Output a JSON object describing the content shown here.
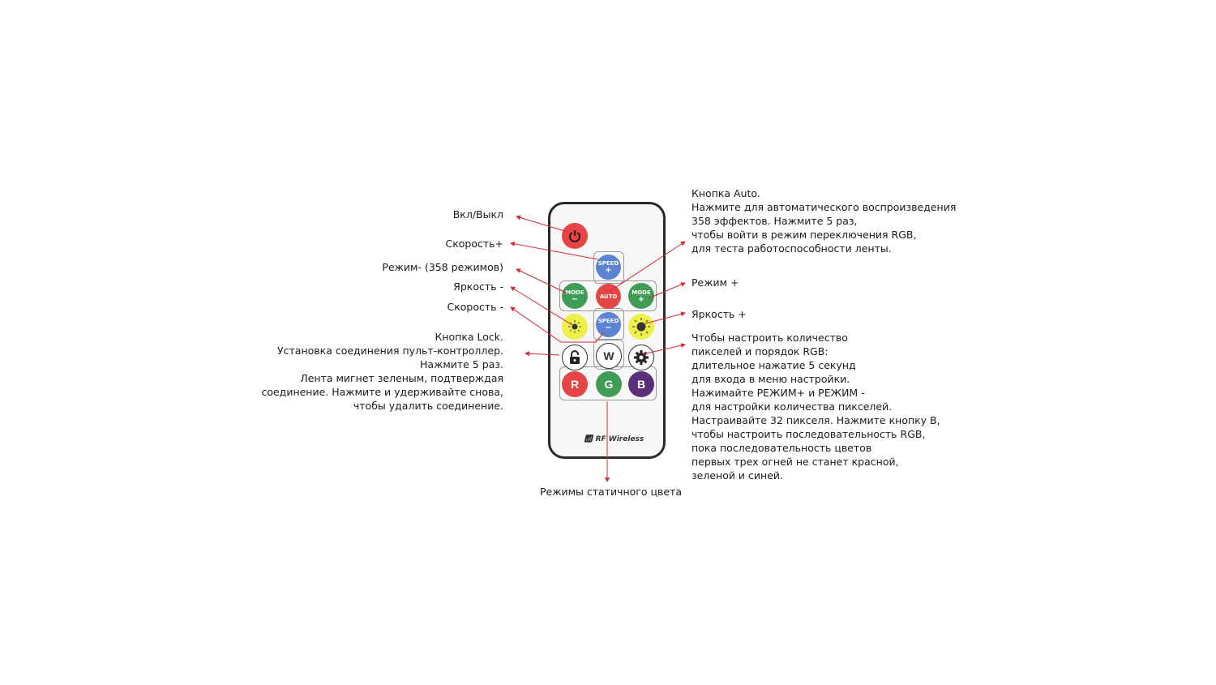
{
  "remote": {
    "buttons": {
      "power": "",
      "speed_plus": {
        "top": "SPEED",
        "sign": "+"
      },
      "mode_minus": {
        "top": "MODE",
        "sign": "−"
      },
      "auto": "AUTO",
      "mode_plus": {
        "top": "MODE",
        "sign": "+"
      },
      "speed_minus": {
        "top": "SPEED",
        "sign": "−"
      },
      "w": "W",
      "r": "R",
      "g": "G",
      "b": "B"
    },
    "brand": "RF Wireless",
    "colors": {
      "red": "#e64545",
      "blue": "#5b83d1",
      "green": "#3f9c55",
      "yellow": "#eef04a",
      "purple": "#5a2f7a",
      "arrow": "#d9283a"
    }
  },
  "labels": {
    "power": "Вкл/Выкл",
    "speed_plus": "Скорость+",
    "mode_minus": "Режим- (358 режимов)",
    "brightness_minus": "Яркость -",
    "speed_minus": "Скорость -",
    "lock": [
      "Кнопка Lock.",
      "Установка соединения пульт-контроллер.",
      "Нажмите 5 раз.",
      "Лента мигнет зеленым, подтверждая",
      "соединение. Нажмите и удерживайте снова,",
      "чтобы удалить соединение."
    ],
    "auto": [
      "Кнопка Auto.",
      "Нажмите для автоматического воспроизведения",
      "358 эффектов. Нажмите 5 раз,",
      "чтобы войти в режим переключения RGB,",
      "для теста работоспособности ленты."
    ],
    "mode_plus": "Режим +",
    "brightness_plus": "Яркость +",
    "settings": [
      "Чтобы настроить количество",
      "пикселей и порядок RGB:",
      "длительное нажатие 5 секунд",
      "для входа в меню настройки.",
      "Нажимайте РЕЖИМ+ и РЕЖИМ -",
      "для настройки количества пикселей.",
      "Настраивайте 32 пикселя. Нажмите кнопку B,",
      "чтобы настроить последовательность RGB,",
      "пока последовательность цветов",
      "первых трех огней не станет красной,",
      "зеленой и синей."
    ],
    "static_colors": "Режимы статичного цвета"
  }
}
